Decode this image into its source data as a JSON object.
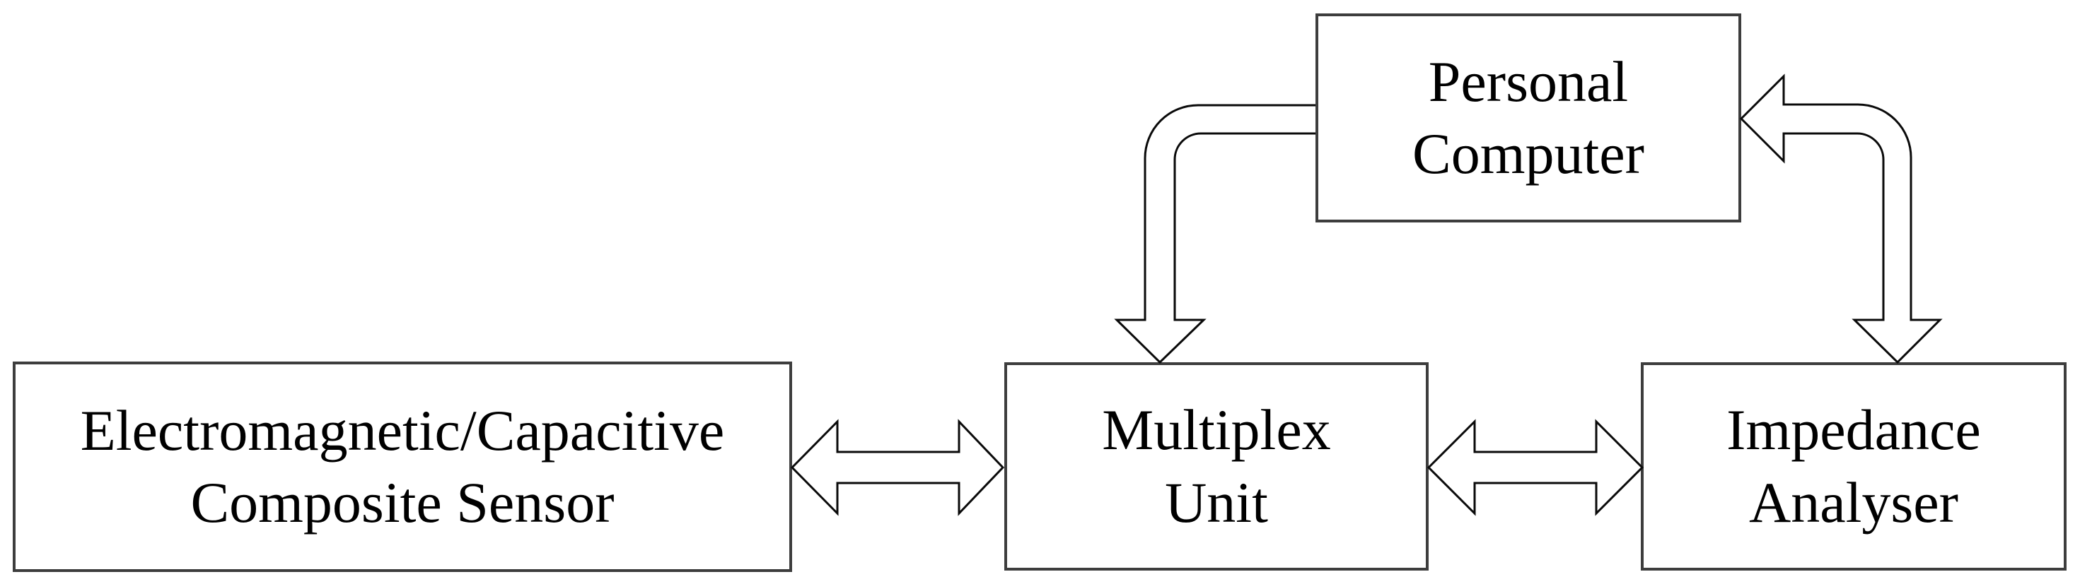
{
  "figure": {
    "kind": "block-diagram",
    "background_color": "#ffffff",
    "box_border_color": "#3d3d3d",
    "arrow_outline_color": "#0a0a0a",
    "arrow_fill_color": "#ffffff",
    "text_color": "#000000"
  },
  "boxes": {
    "sensor": {
      "line1": "Electromagnetic/Capacitive",
      "line2": "Composite Sensor"
    },
    "multiplex": {
      "line1": "Multiplex",
      "line2": "Unit"
    },
    "impedance": {
      "line1": "Impedance",
      "line2": "Analyser"
    },
    "pc": {
      "line1": "Personal",
      "line2": "Computer"
    }
  },
  "arrows": {
    "sensor_multiplex": {
      "style": "hollow-double-arrow",
      "direction": "bidirectional-horizontal",
      "between": [
        "Electromagnetic/Capacitive Composite Sensor",
        "Multiplex Unit"
      ]
    },
    "multiplex_impedance": {
      "style": "hollow-double-arrow",
      "direction": "bidirectional-horizontal",
      "between": [
        "Multiplex Unit",
        "Impedance Analyser"
      ]
    },
    "pc_multiplex": {
      "style": "hollow-bent-arrow",
      "direction": "down-into-multiplex",
      "between": [
        "Personal Computer",
        "Multiplex Unit"
      ]
    },
    "pc_impedance": {
      "style": "hollow-bent-double-arrow",
      "direction": "bidirectional-bent",
      "between": [
        "Personal Computer",
        "Impedance Analyser"
      ]
    }
  }
}
